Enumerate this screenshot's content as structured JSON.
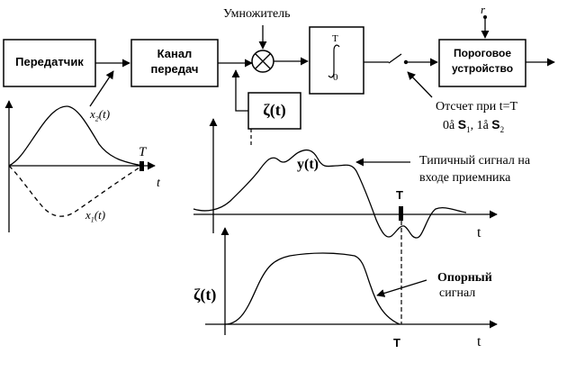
{
  "blocks": {
    "transmitter": "Передатчик",
    "channel_line1": "Канал",
    "channel_line2": "передач",
    "integrator_upper_limit": "T",
    "integrator_lower_limit": "0",
    "threshold_line1": "Пороговое",
    "threshold_line2": "устройство",
    "zeta_box": "ζ(t)"
  },
  "labels": {
    "multiplier": "Умножитель",
    "threshold_input": "r",
    "sampling_line1": "Отсчет при  t=T",
    "sampling_line2_prefix": "0å ",
    "sampling_s1": "S",
    "sampling_s1_sub": "1",
    "sampling_sep": ", 1å ",
    "sampling_s2": "S",
    "sampling_s2_sub": "2",
    "typical_line1": "Типичный сигнал  на",
    "typical_line2": "входе приемника",
    "reference_line1": "Опорный",
    "reference_line2": "сигнал"
  },
  "left_plot": {
    "x2_label": "x",
    "x2_sub": "2",
    "x2_suffix": "(t)",
    "x1_label": "x",
    "x1_sub": "1",
    "x1_suffix": "(t)",
    "T_label": "T",
    "t_label": "t"
  },
  "middle_plot": {
    "y_label": "y(t)",
    "T_label": "T",
    "t_label": "t"
  },
  "bottom_plot": {
    "zeta_label": "ζ(t)",
    "T_label": "T",
    "t_label": "t"
  },
  "colors": {
    "line": "#000000",
    "background": "#ffffff"
  }
}
